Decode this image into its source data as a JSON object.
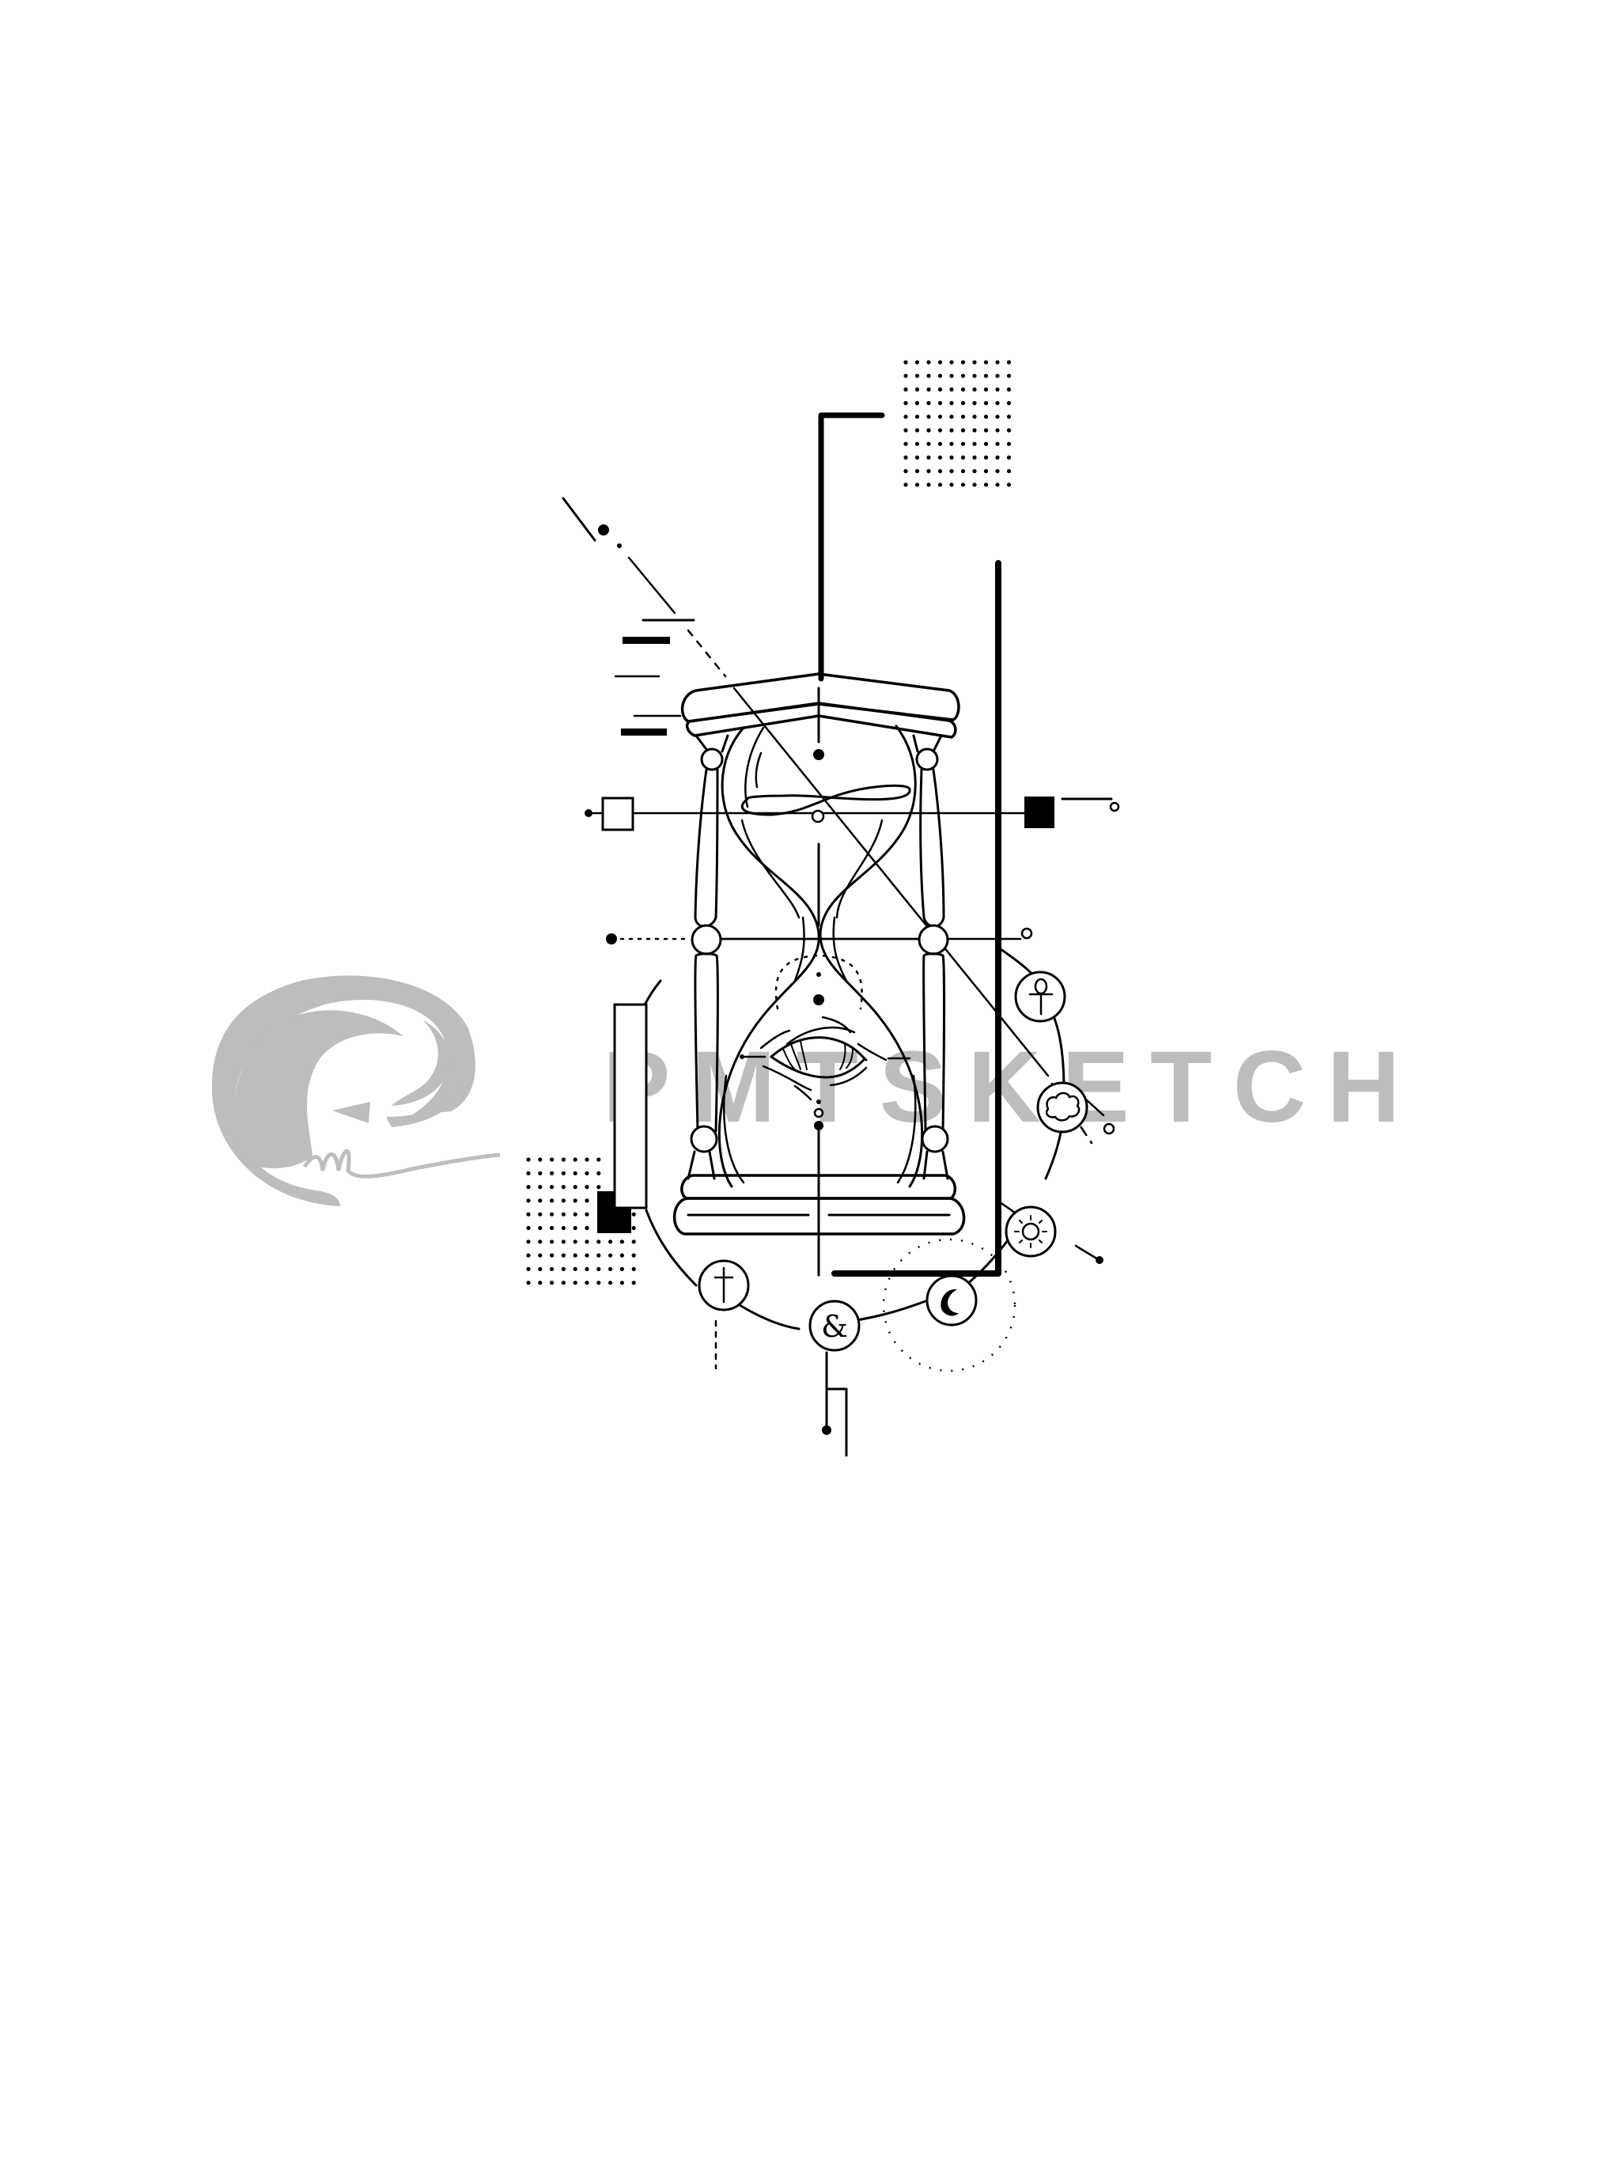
{
  "artwork": {
    "subject": "hourglass geometric line tattoo sketch",
    "background_color": "#ffffff",
    "ink_color": "#000000",
    "watermark_color": "#bdbdbd"
  },
  "watermark": {
    "text": "PMTSKETCH",
    "logo": "stylized-P-swirl-with-signature"
  },
  "hourglass": {
    "top_symbol": "infinity",
    "bottom_symbol": "eye"
  },
  "orbit_symbols": [
    {
      "name": "ankh",
      "glyph": "☥"
    },
    {
      "name": "brain",
      "glyph": ""
    },
    {
      "name": "sun",
      "glyph": "☼"
    },
    {
      "name": "crescent-moon",
      "glyph": "☾"
    },
    {
      "name": "ampersand",
      "glyph": "&"
    },
    {
      "name": "cross",
      "glyph": "†"
    }
  ],
  "dot_grids": [
    {
      "position": "top-right",
      "rows": 10,
      "cols": 10
    },
    {
      "position": "bottom-left",
      "rows": 10,
      "cols": 10
    }
  ]
}
